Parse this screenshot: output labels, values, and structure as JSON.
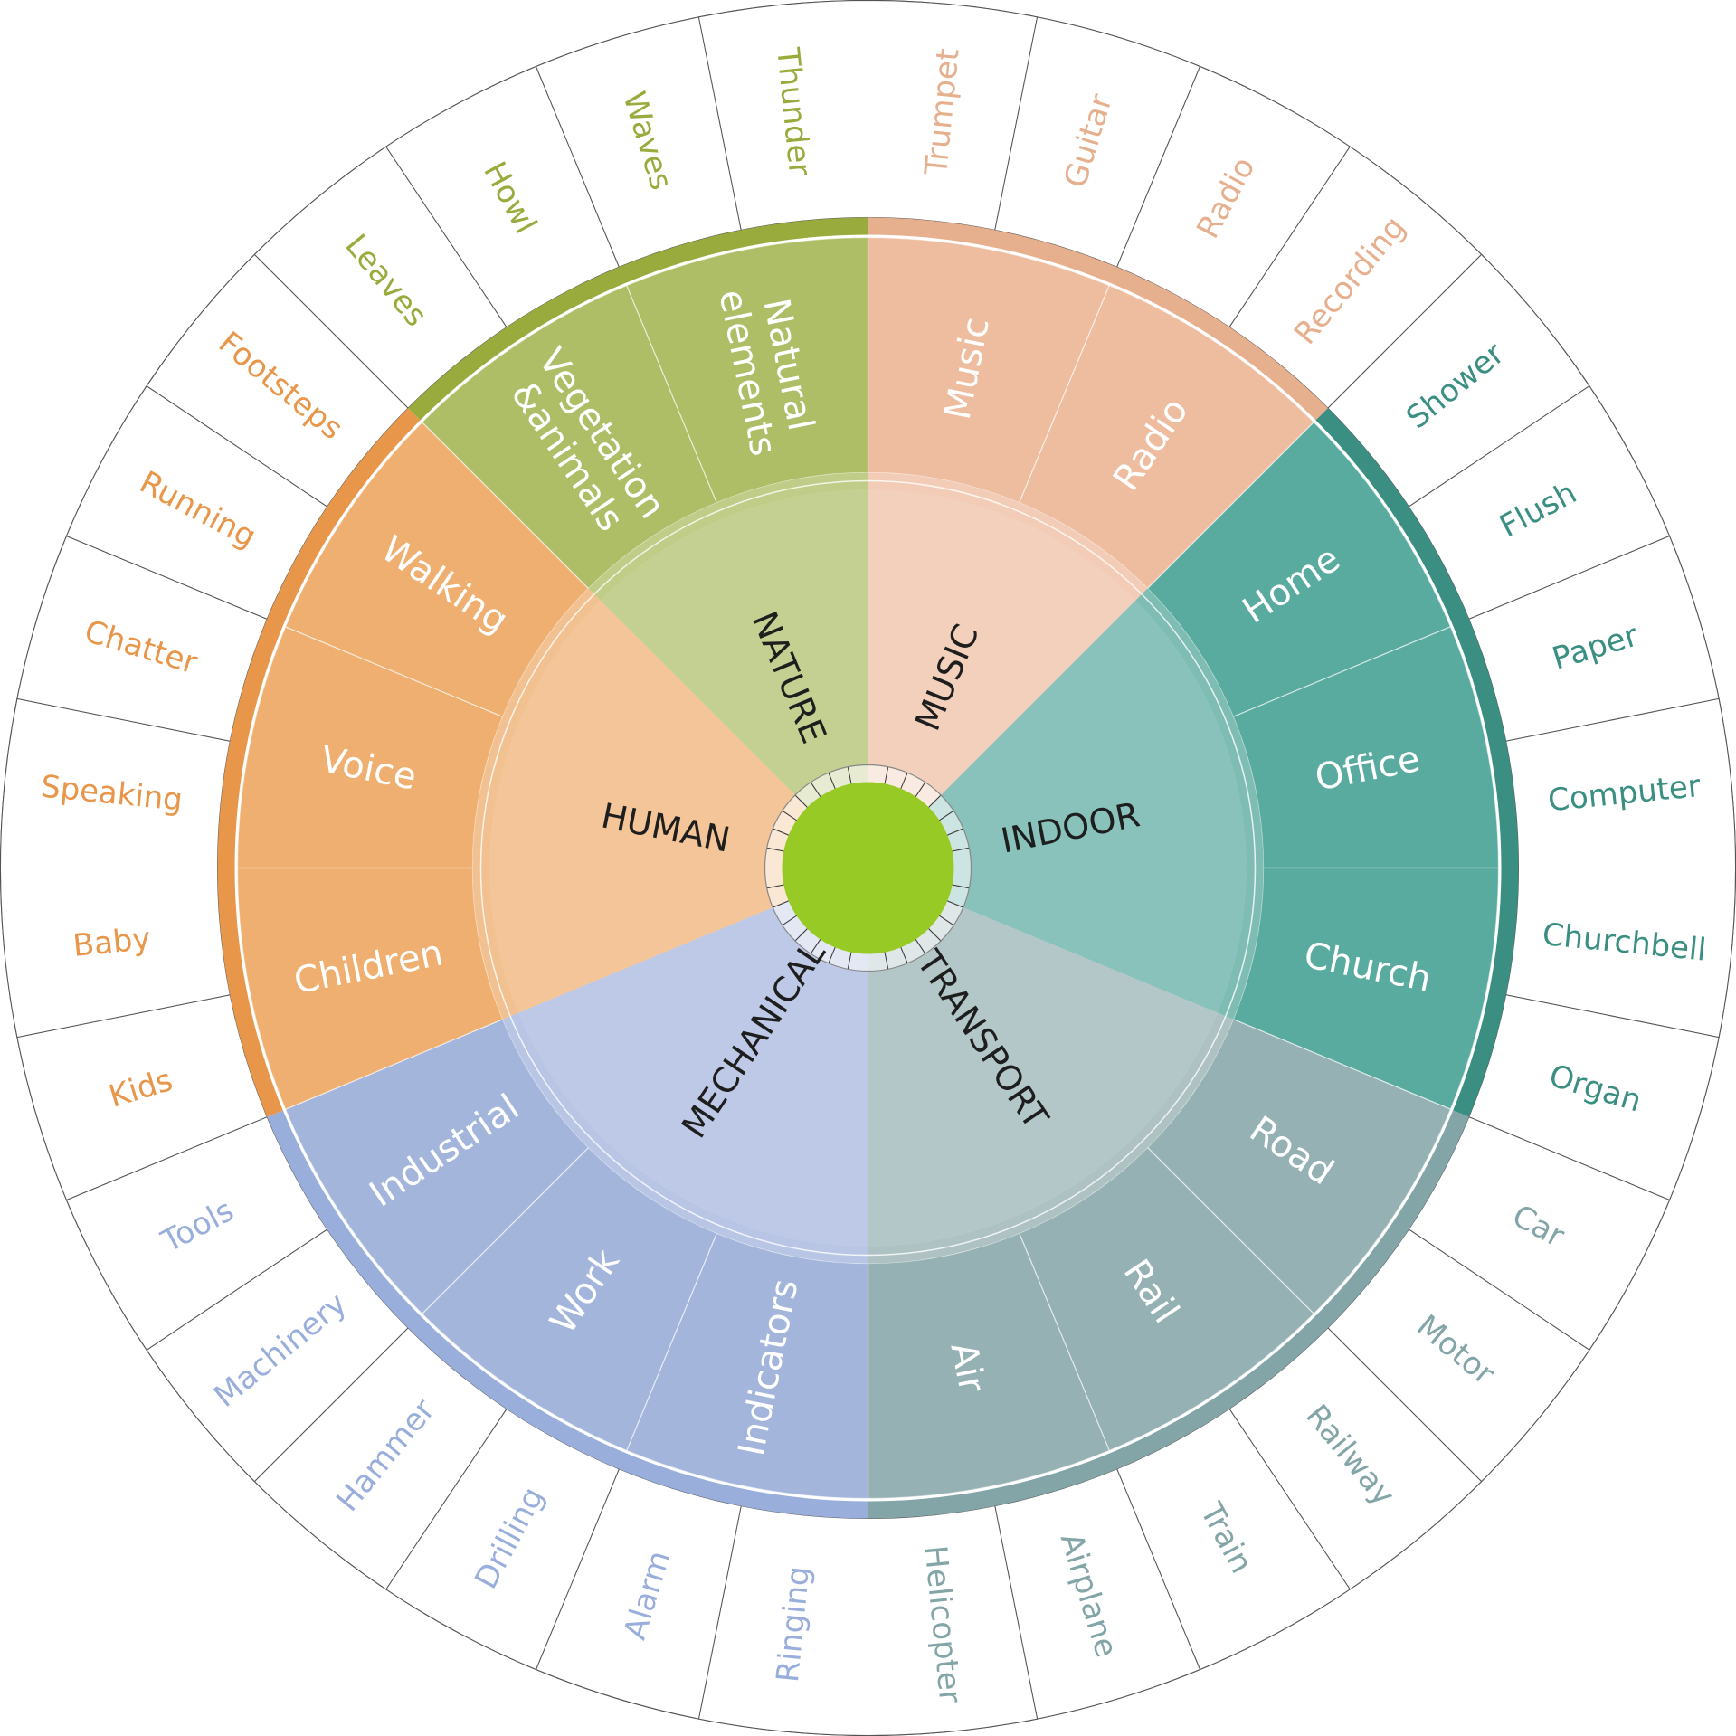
{
  "hub_color": "#97ca24",
  "categories": [
    {
      "label": "MUSIC",
      "color": "#e8a47c",
      "edge": "#e6b08e",
      "subcategories": [
        {
          "label": "Music",
          "items": [
            "Trumpet",
            "Guitar"
          ]
        },
        {
          "label": "Radio",
          "items": [
            "Radio",
            "Recording"
          ]
        }
      ]
    },
    {
      "label": "INDOOR",
      "color": "#1a8a7a",
      "edge": "#3a8f82",
      "subcategories": [
        {
          "label": "Home",
          "items": [
            "Shower",
            "Flush"
          ]
        },
        {
          "label": "Office",
          "items": [
            "Paper",
            "Computer"
          ]
        },
        {
          "label": "Church",
          "items": [
            "Churchbell",
            "Organ"
          ]
        }
      ]
    },
    {
      "label": "TRANSPORT",
      "color": "#6e9395",
      "edge": "#84a5a7",
      "subcategories": [
        {
          "label": "Road",
          "items": [
            "Car",
            "Motor"
          ]
        },
        {
          "label": "Rail",
          "items": [
            "Railway",
            "Train"
          ]
        },
        {
          "label": "Air",
          "items": [
            "Airplane",
            "Helicopter"
          ]
        }
      ]
    },
    {
      "label": "MECHANICAL",
      "color": "#8198cf",
      "edge": "#9aaedc",
      "subcategories": [
        {
          "label": "Indicators",
          "items": [
            "Ringing",
            "Alarm"
          ]
        },
        {
          "label": "Work",
          "items": [
            "Drilling",
            "Hammer"
          ]
        },
        {
          "label": "Industrial",
          "items": [
            "Machinery",
            "Tools"
          ]
        }
      ]
    },
    {
      "label": "HUMAN",
      "color": "#e8903a",
      "edge": "#e8964a",
      "subcategories": [
        {
          "label": "Children",
          "items": [
            "Kids",
            "Baby"
          ]
        },
        {
          "label": "Voice",
          "items": [
            "Speaking",
            "Chatter"
          ]
        },
        {
          "label": "Walking",
          "items": [
            "Running",
            "Footsteps"
          ]
        }
      ]
    },
    {
      "label": "NATURE",
      "color": "#8ea52c",
      "edge": "#9aab3e",
      "subcategories": [
        {
          "label": "Vegetation &animals",
          "items": [
            "Leaves",
            "Howl"
          ]
        },
        {
          "label": "Natural elements",
          "items": [
            "Waves",
            "Thunder"
          ]
        }
      ]
    }
  ]
}
